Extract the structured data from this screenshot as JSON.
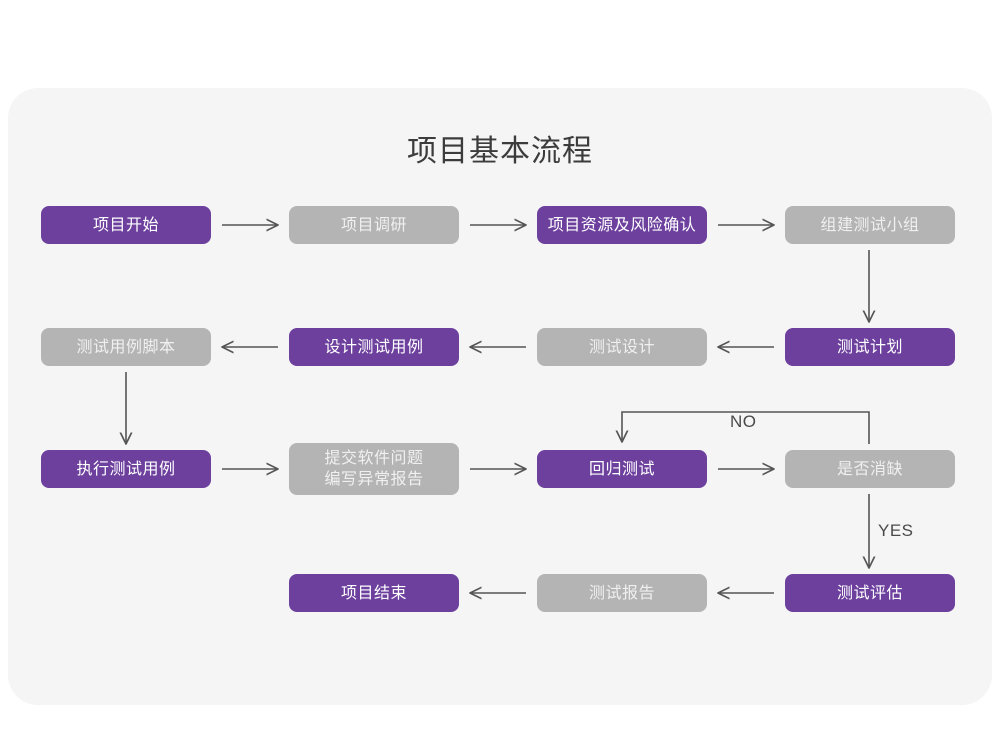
{
  "page": {
    "background_color": "#ffffff",
    "card_color": "#f5f5f5"
  },
  "title": "项目基本流程",
  "theme": {
    "accent_purple": "#6d409e",
    "muted_gray": "#b4b4b4",
    "purple_text": "#ffffff",
    "gray_text": "#f0f0f0",
    "connector_color": "#555555",
    "title_color": "#3c3c3c"
  },
  "nodes": [
    {
      "id": "n1",
      "label": "项目开始",
      "style": "purple"
    },
    {
      "id": "n2",
      "label": "项目调研",
      "style": "gray"
    },
    {
      "id": "n3",
      "label": "项目资源及风险确认",
      "style": "purple"
    },
    {
      "id": "n4",
      "label": "组建测试小组",
      "style": "gray"
    },
    {
      "id": "n5",
      "label": "测试用例脚本",
      "style": "gray"
    },
    {
      "id": "n6",
      "label": "设计测试用例",
      "style": "purple"
    },
    {
      "id": "n7",
      "label": "测试设计",
      "style": "gray"
    },
    {
      "id": "n8",
      "label": "测试计划",
      "style": "purple"
    },
    {
      "id": "n9",
      "label": "执行测试用例",
      "style": "purple"
    },
    {
      "id": "n10",
      "label": "提交软件问题\n编写异常报告",
      "style": "gray"
    },
    {
      "id": "n11",
      "label": "回归测试",
      "style": "purple"
    },
    {
      "id": "n12",
      "label": "是否消缺",
      "style": "gray"
    },
    {
      "id": "n13",
      "label": "项目结束",
      "style": "purple"
    },
    {
      "id": "n14",
      "label": "测试报告",
      "style": "gray"
    },
    {
      "id": "n15",
      "label": "测试评估",
      "style": "purple"
    }
  ],
  "edge_labels": {
    "no": "NO",
    "yes": "YES"
  }
}
